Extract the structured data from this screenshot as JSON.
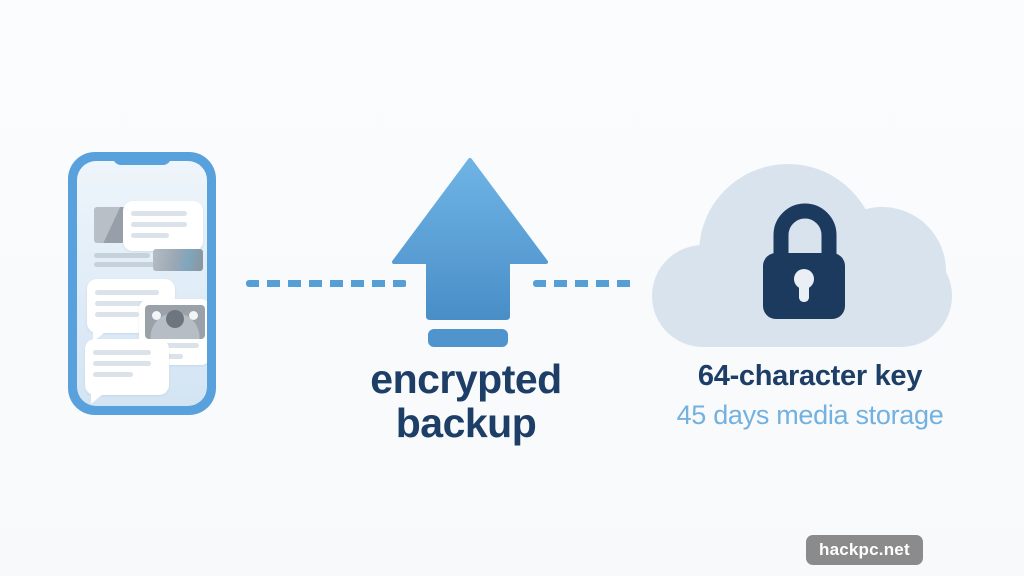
{
  "caption": {
    "line1": "encrypted",
    "line2": "backup"
  },
  "cloud": {
    "title": "64-character key",
    "subtitle": "45 days media storage"
  },
  "watermark": {
    "text": "hackpc.net"
  },
  "icons": {
    "phone-chat-illustration": "smartphone showing chat conversation with photo messages",
    "upload-arrow-icon": "blue upward arrow over base bar",
    "cloud-icon": "light blue cloud",
    "lock-icon": "dark navy padlock with keyhole"
  },
  "colors": {
    "background": "#fafbfc",
    "phone_border": "#58a1dd",
    "phone_screen": "#d3e4f3",
    "dash_blue": "#559fd6",
    "arrow_gradient_top": "#6fb4e5",
    "arrow_gradient_bottom": "#4a8ec8",
    "cloud_fill": "#d9e3ed",
    "lock_navy": "#1c3a5e",
    "title_navy": "#1d3e66",
    "subtitle_blue": "#72b1e0",
    "watermark_bg": "#8b8b8b"
  }
}
